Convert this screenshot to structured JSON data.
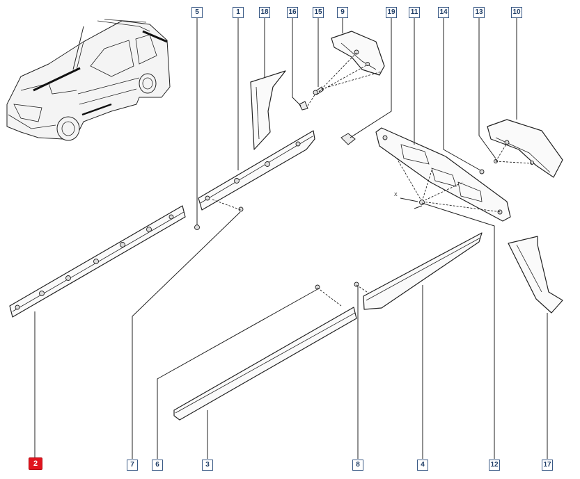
{
  "diagram": {
    "callouts": [
      {
        "id": "c5",
        "label": "5"
      },
      {
        "id": "c1",
        "label": "1"
      },
      {
        "id": "c18",
        "label": "18"
      },
      {
        "id": "c16",
        "label": "16"
      },
      {
        "id": "c15",
        "label": "15"
      },
      {
        "id": "c9",
        "label": "9"
      },
      {
        "id": "c19",
        "label": "19"
      },
      {
        "id": "c11",
        "label": "11"
      },
      {
        "id": "c14",
        "label": "14"
      },
      {
        "id": "c13",
        "label": "13"
      },
      {
        "id": "c10",
        "label": "10"
      },
      {
        "id": "c2",
        "label": "2",
        "selected": true
      },
      {
        "id": "c7",
        "label": "7"
      },
      {
        "id": "c6",
        "label": "6"
      },
      {
        "id": "c3",
        "label": "3"
      },
      {
        "id": "c8",
        "label": "8"
      },
      {
        "id": "c4",
        "label": "4"
      },
      {
        "id": "c12",
        "label": "12"
      },
      {
        "id": "c17",
        "label": "17"
      }
    ],
    "mark_label": "X",
    "colors": {
      "selected_callout": "#e0141e",
      "callout_border": "#3a5a86",
      "ink": "#222222"
    }
  }
}
